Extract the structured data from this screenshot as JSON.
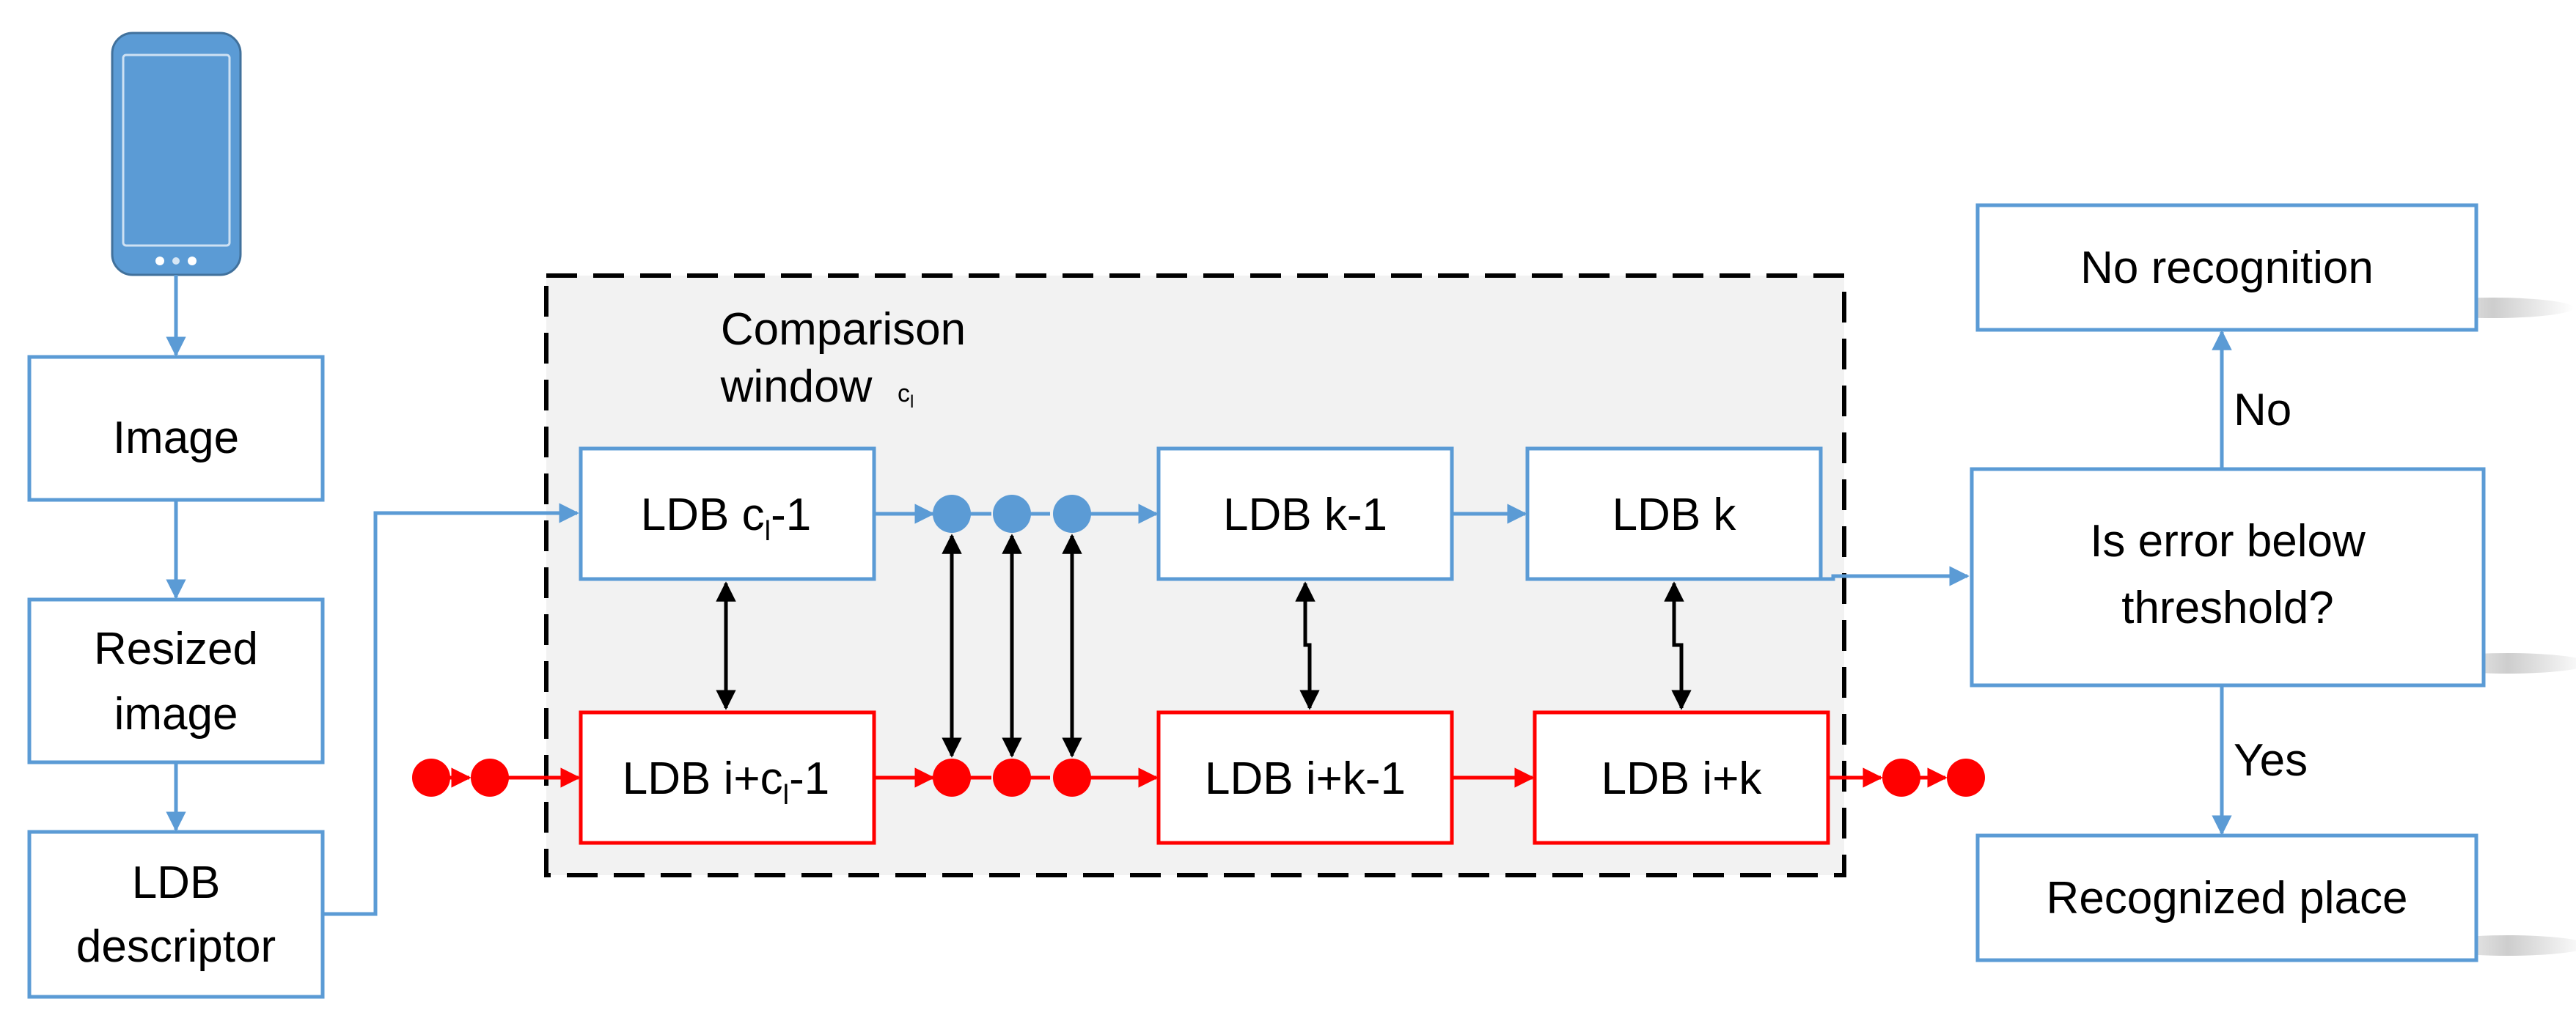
{
  "colors": {
    "blue": "#5b9bd5",
    "red": "#ff0000",
    "black": "#000000",
    "window_bg": "#f2f2f2",
    "phone_fill": "#5b9bd5",
    "shadow": "#c8c8c8"
  },
  "icons": {
    "device": "smartphone-icon"
  },
  "pipeline": {
    "image": "Image",
    "resized_line1": "Resized",
    "resized_line2": "image",
    "descriptor_line1": "LDB",
    "descriptor_line2": "descriptor"
  },
  "window": {
    "title_line1": "Comparison",
    "title_line2": "window",
    "title_sub": "c",
    "title_sub_index": "l"
  },
  "query_row": {
    "box1_pre": "LDB c",
    "box1_sub": "l",
    "box1_post": "-1",
    "box2": "LDB k-1",
    "box3": "LDB k"
  },
  "db_row": {
    "box1_pre": "LDB i+c",
    "box1_sub": "l",
    "box1_post": "-1",
    "box2": "LDB i+k-1",
    "box3": "LDB i+k"
  },
  "decision": {
    "question_line1": "Is error below",
    "question_line2": "threshold?",
    "no_label": "No",
    "yes_label": "Yes",
    "no_result": "No recognition",
    "yes_result": "Recognized place"
  }
}
